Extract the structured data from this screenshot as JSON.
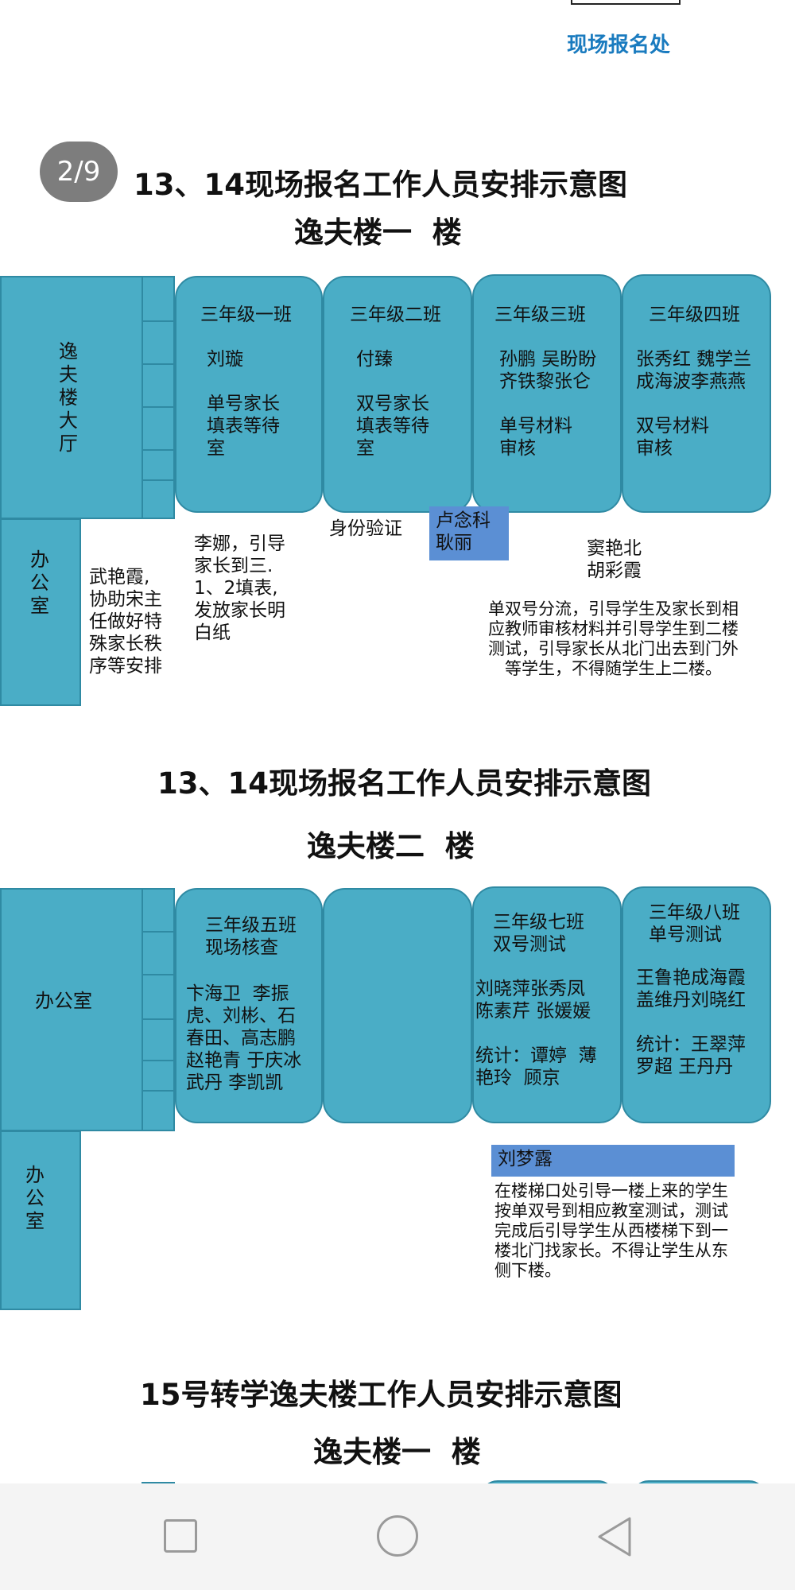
{
  "top": {
    "registration_office": "现场报名处"
  },
  "page_indicator": "2/9",
  "section1": {
    "title": "13、14现场报名工作人员安排示意图",
    "subtitle": "逸夫楼一  楼",
    "hall": "逸\n夫\n楼\n大\n厅",
    "office": "办\n公\n室",
    "rooms": [
      {
        "name": "三年级一班",
        "body": "刘璇\n\n单号家长\n填表等待\n室"
      },
      {
        "name": "三年级二班",
        "body": "付臻\n\n双号家长\n填表等待\n室"
      },
      {
        "name": "三年级三班",
        "body": "孙鹏 吴盼盼\n齐铁黎张仑\n\n单号材料\n审核"
      },
      {
        "name": "三年级四班",
        "body": "张秀红 魏学兰\n成海波李燕燕\n\n双号材料\n审核"
      }
    ],
    "id_check": "身份验证",
    "id_check_staff": "卢念科\n耿丽",
    "notes": {
      "office_staff": "武艳霞,\n协助宋主\n任做好特\n殊家长秩\n序等安排",
      "li_na": "李娜，引导\n家长到三.\n1、2填表,\n发放家长明\n白纸",
      "dou": "窦艳北\n胡彩霞",
      "split": "单双号分流，引导学生及家长到相\n应教师审核材料并引导学生到二楼\n测试，引导家长从北门出去到门外\n等学生，不得随学生上二楼。"
    }
  },
  "section2": {
    "title": "13、14现场报名工作人员安排示意图",
    "subtitle": "逸夫楼二  楼",
    "hall": "办公室",
    "office": "办\n公\n室",
    "rooms": [
      {
        "name": "三年级五班\n现场核查",
        "body": "卞海卫  李振\n虎、刘彬、石\n春田、高志鹏\n赵艳青 于庆冰\n武丹 李凯凯"
      },
      {
        "name": "",
        "body": ""
      },
      {
        "name": "三年级七班\n双号测试",
        "body": "刘晓萍张秀凤\n陈素芹 张媛媛\n\n统计：谭婷  薄\n艳玲  顾京"
      },
      {
        "name": "三年级八班\n单号测试",
        "body": "王鲁艳成海霞\n盖维丹刘晓红\n\n统计：王翠萍\n罗超 王丹丹"
      }
    ],
    "stair_staff": "刘梦露",
    "stair_note": "在楼梯口处引导一楼上来的学生\n按单双号到相应教室测试，测试\n完成后引导学生从西楼梯下到一\n楼北门找家长。不得让学生从东\n侧下楼。"
  },
  "section3": {
    "title": "15号转学逸夫楼工作人员安排示意图",
    "subtitle": "逸夫楼一  楼"
  },
  "colors": {
    "room": "#4aadc6",
    "border": "#2f8aa3",
    "blue_label": "#5b8fd4",
    "link": "#1a7bbf"
  },
  "nav": {
    "square": "square-icon",
    "circle": "circle-icon",
    "back": "back-triangle-icon"
  }
}
